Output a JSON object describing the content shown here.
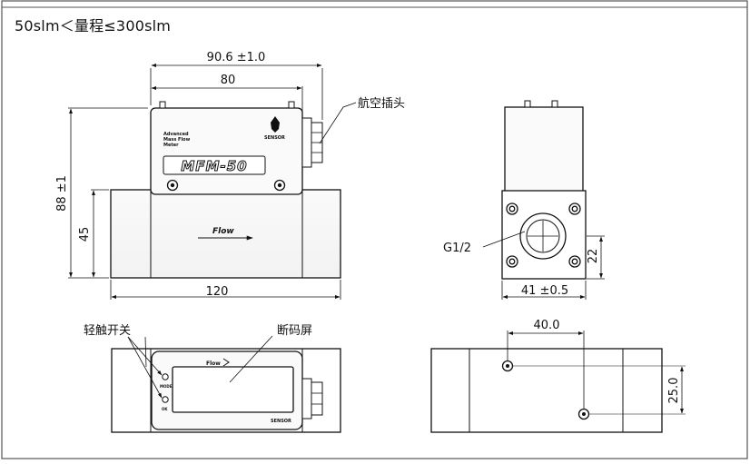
{
  "range_heading": "50slm＜量程≤300slm",
  "front_view": {
    "overall_width": "90.6 ±1.0",
    "body_width": "80",
    "connector_label": "航空插头",
    "overall_height": "88 ±1",
    "base_height": "45",
    "base_length": "120",
    "panel_text": [
      "Advanced",
      "Mass Flow",
      "Meter"
    ],
    "model": "MFM-50",
    "flow_label": "Flow",
    "brand_mark": "SENSOR"
  },
  "side_view": {
    "port_label": "G1/2",
    "port_height": "22",
    "width": "41 ±0.5"
  },
  "top_view": {
    "switch_label": "轻触开关",
    "display_label": "断码屏",
    "flow_label": "Flow",
    "button_1": "MODE",
    "button_2": "OK",
    "brand_mark": "SENSOR"
  },
  "bottom_view": {
    "hole_spacing": "40.0",
    "hole_offset": "25.0"
  }
}
